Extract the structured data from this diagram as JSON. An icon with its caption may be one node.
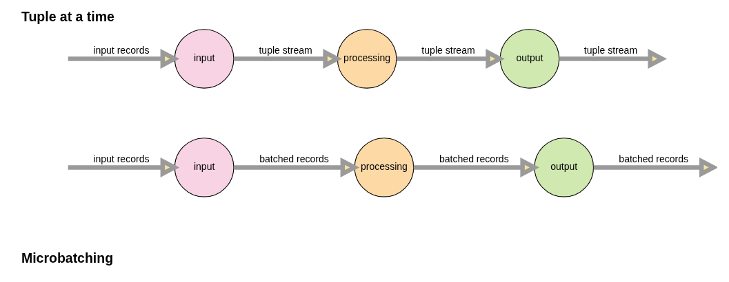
{
  "diagram": {
    "title": "Tuple at a time",
    "caption": "Microbatching",
    "nodes": [
      {
        "text": [
          "input"
        ]
      },
      {
        "text": [
          "processing"
        ]
      },
      {
        "text": [
          "output"
        ]
      },
      {
        "text": [
          "input"
        ]
      },
      {
        "text": [
          "processing"
        ]
      },
      {
        "text": [
          "output"
        ]
      }
    ],
    "edges": [
      {
        "from": null,
        "to": 0,
        "arrow": "to",
        "label": "input records"
      },
      {
        "from": 0,
        "to": 1,
        "arrow": "to",
        "label": "tuple stream"
      },
      {
        "from": 1,
        "to": 2,
        "arrow": "to",
        "label": "tuple stream"
      },
      {
        "from": 2,
        "to": null,
        "arrow": "to",
        "label": "tuple stream"
      },
      {
        "from": null,
        "to": 3,
        "arrow": "to",
        "label": "input records"
      },
      {
        "from": 3,
        "to": 4,
        "arrow": "to",
        "label": "batched records"
      },
      {
        "from": 4,
        "to": 5,
        "arrow": "to",
        "label": "batched records"
      },
      {
        "from": 5,
        "to": null,
        "arrow": "to",
        "label": "batched records"
      }
    ]
  }
}
